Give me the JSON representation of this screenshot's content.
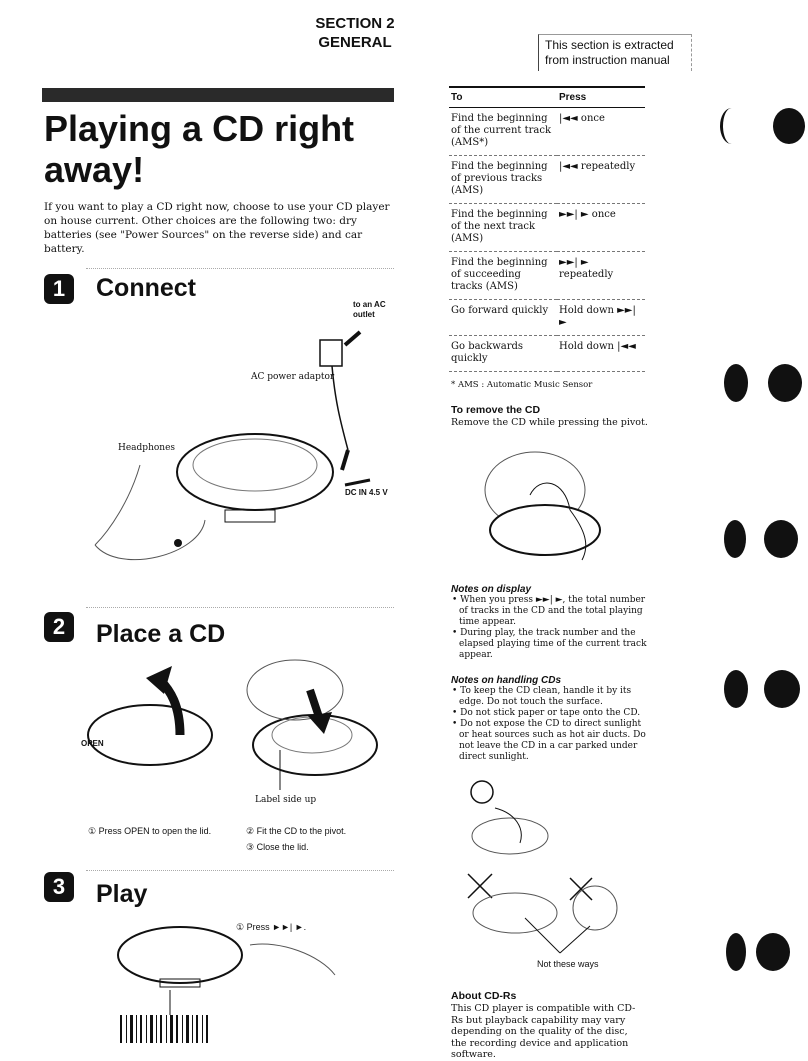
{
  "header": {
    "section": "SECTION 2",
    "general": "GENERAL",
    "extract_note": "This section is extracted from instruction manual"
  },
  "title": "Playing a CD right away!",
  "intro": "If you want to play a CD right now, choose to use your CD player on house current. Other choices are the following two: dry batteries (see \"Power Sources\" on the reverse side) and car battery.",
  "steps": [
    {
      "num": "1",
      "title": "Connect"
    },
    {
      "num": "2",
      "title": "Place a CD"
    },
    {
      "num": "3",
      "title": "Play"
    }
  ],
  "connect_labels": {
    "ac_outlet": "to an AC outlet",
    "adaptor": "AC power adaptor",
    "headphones": "Headphones",
    "dcin": "DC IN 4.5 V"
  },
  "place_labels": {
    "open": "OPEN",
    "label_side": "Label side up",
    "step1": "① Press OPEN to open the lid.",
    "step2": "② Fit the CD to the pivot.",
    "step3": "③ Close the lid."
  },
  "play_labels": {
    "press": "① Press ►►| ►."
  },
  "table": {
    "headers": [
      "To",
      "Press"
    ],
    "rows": [
      [
        "Find the beginning of the current track (AMS*)",
        "|◄◄ once"
      ],
      [
        "Find the beginning of previous tracks (AMS)",
        "|◄◄ repeatedly"
      ],
      [
        "Find the beginning of the next track (AMS)",
        "►►| ► once"
      ],
      [
        "Find the beginning of succeeding tracks (AMS)",
        "►►| ► repeatedly"
      ],
      [
        "Go forward quickly",
        "Hold down ►►| ►"
      ],
      [
        "Go backwards quickly",
        "Hold down |◄◄"
      ]
    ],
    "footnote": "* AMS : Automatic Music Sensor"
  },
  "remove": {
    "title": "To remove the CD",
    "text": "Remove the CD while pressing the pivot."
  },
  "notes_display": {
    "title": "Notes on display",
    "items": [
      "When you press ►►| ►, the total number of tracks in the CD and the total playing time appear.",
      "During play, the track number and the elapsed playing time of the current track appear."
    ]
  },
  "notes_handling": {
    "title": "Notes on handling CDs",
    "items": [
      "To keep the CD clean, handle it by its edge. Do not touch the surface.",
      "Do not stick paper or tape onto the CD.",
      "Do not expose the CD to direct sunlight or heat sources such as hot air ducts. Do not leave the CD in a car parked under direct sunlight."
    ]
  },
  "not_these": "Not these ways",
  "cdr": {
    "title": "About CD-Rs",
    "text": "This CD player is compatible with CD-Rs but playback capability may vary depending on the quality of the disc, the recording device and application software."
  }
}
